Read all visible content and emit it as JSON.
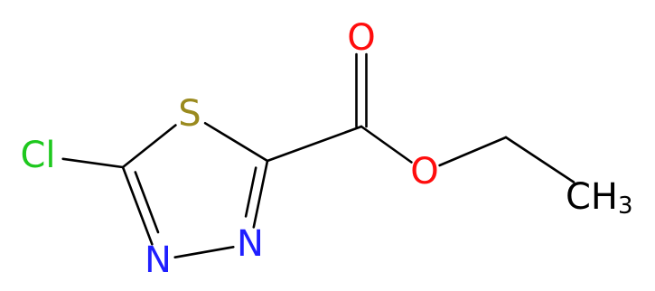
{
  "molecule": {
    "atoms": [
      {
        "id": "S1",
        "symbol": "S",
        "label": "S",
        "color": "#9a8a1e"
      },
      {
        "id": "C2",
        "symbol": "C",
        "label": ""
      },
      {
        "id": "N3",
        "symbol": "N",
        "label": "N",
        "color": "#1f1fff"
      },
      {
        "id": "N4",
        "symbol": "N",
        "label": "N",
        "color": "#1f1fff"
      },
      {
        "id": "C5",
        "symbol": "C",
        "label": ""
      },
      {
        "id": "Cl6",
        "symbol": "Cl",
        "label": "Cl",
        "color": "#1ec81e"
      },
      {
        "id": "C7",
        "symbol": "C",
        "label": ""
      },
      {
        "id": "O8",
        "symbol": "O",
        "label": "O",
        "color": "#ff0d0d"
      },
      {
        "id": "O9",
        "symbol": "O",
        "label": "O",
        "color": "#ff0d0d"
      },
      {
        "id": "C10",
        "symbol": "C",
        "label": ""
      },
      {
        "id": "C11",
        "symbol": "C",
        "label": "CH",
        "subscript": "3",
        "color": "#000000"
      }
    ],
    "bonds": [
      {
        "from": "S1",
        "to": "C2",
        "order": 1
      },
      {
        "from": "C2",
        "to": "N3",
        "order": 2
      },
      {
        "from": "N3",
        "to": "N4",
        "order": 1
      },
      {
        "from": "N4",
        "to": "C5",
        "order": 2
      },
      {
        "from": "C5",
        "to": "S1",
        "order": 1
      },
      {
        "from": "C5",
        "to": "Cl6",
        "order": 1
      },
      {
        "from": "C2",
        "to": "C7",
        "order": 1
      },
      {
        "from": "C7",
        "to": "O8",
        "order": 2
      },
      {
        "from": "C7",
        "to": "O9",
        "order": 1
      },
      {
        "from": "O9",
        "to": "C10",
        "order": 1
      },
      {
        "from": "C10",
        "to": "C11",
        "order": 1
      }
    ]
  }
}
